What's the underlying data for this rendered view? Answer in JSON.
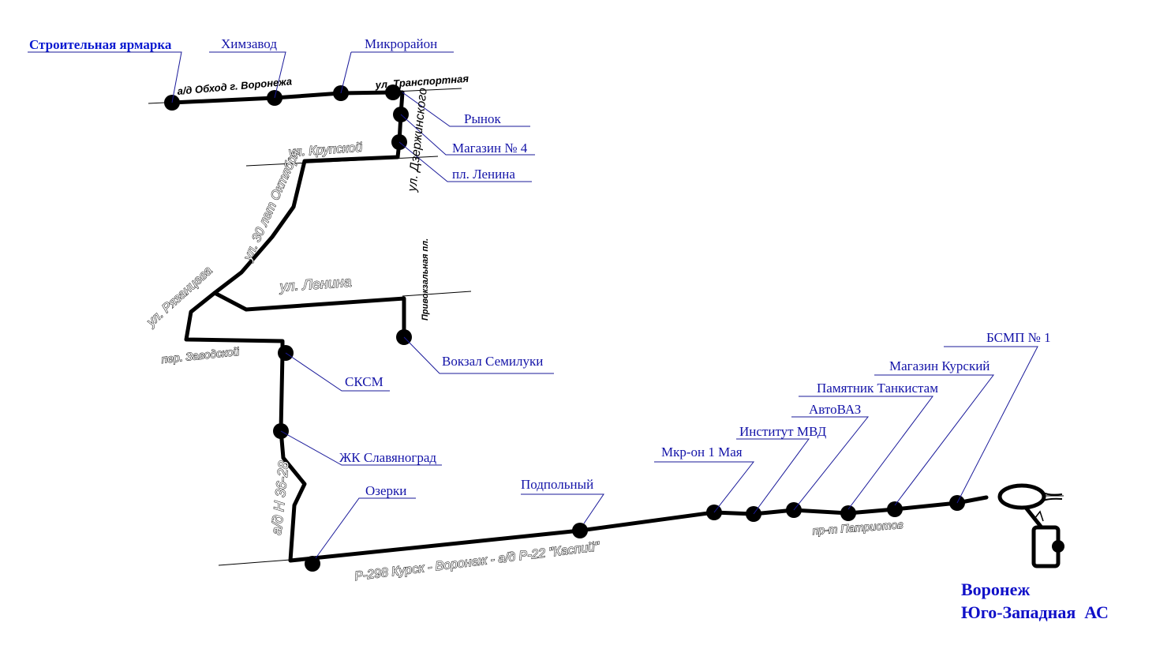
{
  "colors": {
    "route": "#000000",
    "label": "#1414a8",
    "terminal": "#1010c8"
  },
  "stops": [
    {
      "id": "stroitelnaya-yarmarka",
      "label": "Строительная ярмарка",
      "bold": true
    },
    {
      "id": "khimzavod",
      "label": "Химзавод"
    },
    {
      "id": "mikrorayon",
      "label": "Микрорайон"
    },
    {
      "id": "rynok",
      "label": "Рынок"
    },
    {
      "id": "magazin-4",
      "label": "Магазин № 4"
    },
    {
      "id": "pl-lenina",
      "label": "пл. Ленина"
    },
    {
      "id": "vokzal-semiluki",
      "label": "Вокзал Семилуки"
    },
    {
      "id": "sksm",
      "label": "СКСМ"
    },
    {
      "id": "zhk-slavyanograd",
      "label": "ЖК Славяноград"
    },
    {
      "id": "ozerki",
      "label": "Озерки"
    },
    {
      "id": "podpolny",
      "label": "Подпольный"
    },
    {
      "id": "mkr-1-maya",
      "label": "Мкр-он 1 Мая"
    },
    {
      "id": "institut-mvd",
      "label": "Институт МВД"
    },
    {
      "id": "avtovaz",
      "label": "АвтоВАЗ"
    },
    {
      "id": "pamyatnik-tankistam",
      "label": "Памятник Танкистам"
    },
    {
      "id": "magazin-kursky",
      "label": "Магазин Курский"
    },
    {
      "id": "bsmp-1",
      "label": "БСМП № 1"
    }
  ],
  "streets": {
    "obkhod": "а/д Обход г. Воронежа",
    "transportnaya": "ул. Транспортная",
    "dzerzhinskogo": "ул. Дзержинского",
    "krupskoy": "ул. Крупской",
    "oktyabrya": "ул. 30 лет Октября",
    "ryazantseva": "ул. Рязанцева",
    "lenina": "ул. Ленина",
    "privokzalnaya": "Привокзальная пл.",
    "zavodskoy": "пер. Заводской",
    "n36_28": "а/д Н 36-28",
    "r298": "Р-298 Курск - Воронеж - а/д Р-22 \"Каспий\"",
    "patriotov": "пр-т Патриотов"
  },
  "terminal": {
    "line1": "Воронеж",
    "line2": "Юго-Западная  АС"
  }
}
